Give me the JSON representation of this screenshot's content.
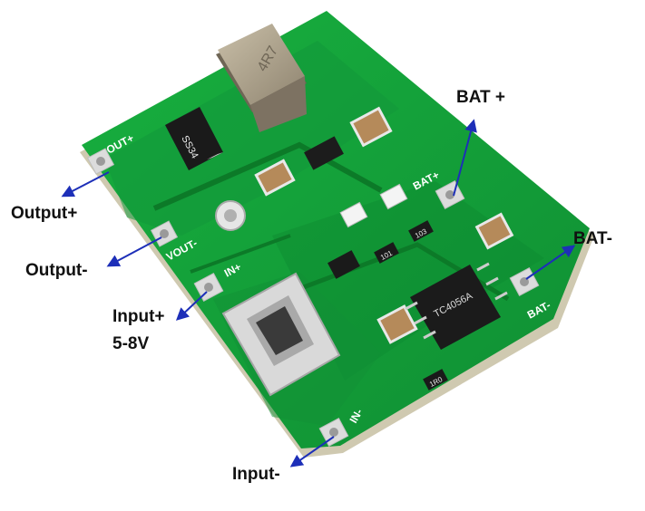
{
  "labels": {
    "output_plus": "Output+",
    "output_minus": "Output-",
    "input_plus": "Input+",
    "input_plus_voltage": "5-8V",
    "input_minus": "Input-",
    "bat_plus": "BAT +",
    "bat_minus": "BAT-"
  },
  "silkscreen": {
    "out_plus": "OUT+",
    "out_minus": "VOUT-",
    "in_plus": "IN+",
    "in_minus": "IN-",
    "bat_plus": "BAT+",
    "bat_minus": "BAT-",
    "inductor": "4R7",
    "diode": "SS34",
    "chip": "TC4056A",
    "resistor_a": "101",
    "resistor_b": "103",
    "resistor_c": "1R0"
  },
  "colors": {
    "pcb": "#15a33a",
    "pcb_dark": "#0d7a2a",
    "pad": "#d8d8d8",
    "arrow": "#1d2fb8",
    "silk": "#ffffff"
  }
}
